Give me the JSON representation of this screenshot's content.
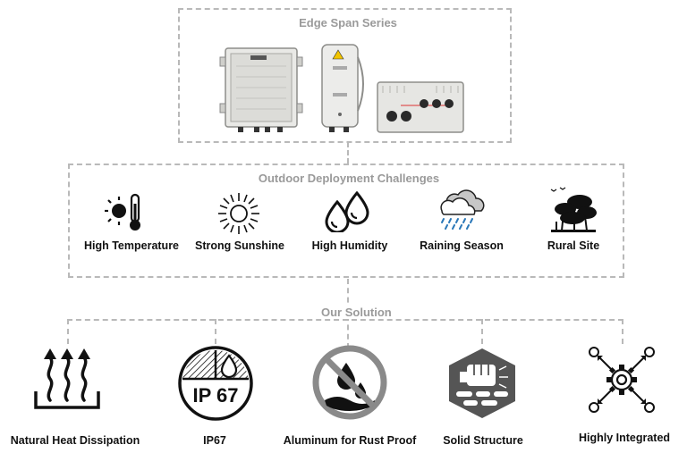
{
  "series": {
    "title": "Edge Span Series"
  },
  "challenges": {
    "title": "Outdoor Deployment Challenges",
    "items": [
      {
        "label": "High Temperature",
        "icon": "thermometer-sun-icon"
      },
      {
        "label": "Strong Sunshine",
        "icon": "sun-icon"
      },
      {
        "label": "High Humidity",
        "icon": "water-drops-icon"
      },
      {
        "label": "Raining Season",
        "icon": "rain-cloud-icon"
      },
      {
        "label": "Rural Site",
        "icon": "forest-icon"
      }
    ]
  },
  "solution": {
    "title": "Our Solution",
    "items": [
      {
        "label": "Natural Heat Dissipation",
        "icon": "heat-waves-icon"
      },
      {
        "label": "IP67",
        "icon": "ip67-badge-icon",
        "badge_text": "IP 67"
      },
      {
        "label": "Aluminum for Rust Proof",
        "icon": "no-water-rust-icon"
      },
      {
        "label": "Solid Structure",
        "icon": "fist-hexagon-icon"
      },
      {
        "label": "Highly Integrated",
        "icon": "gear-network-icon"
      }
    ]
  }
}
